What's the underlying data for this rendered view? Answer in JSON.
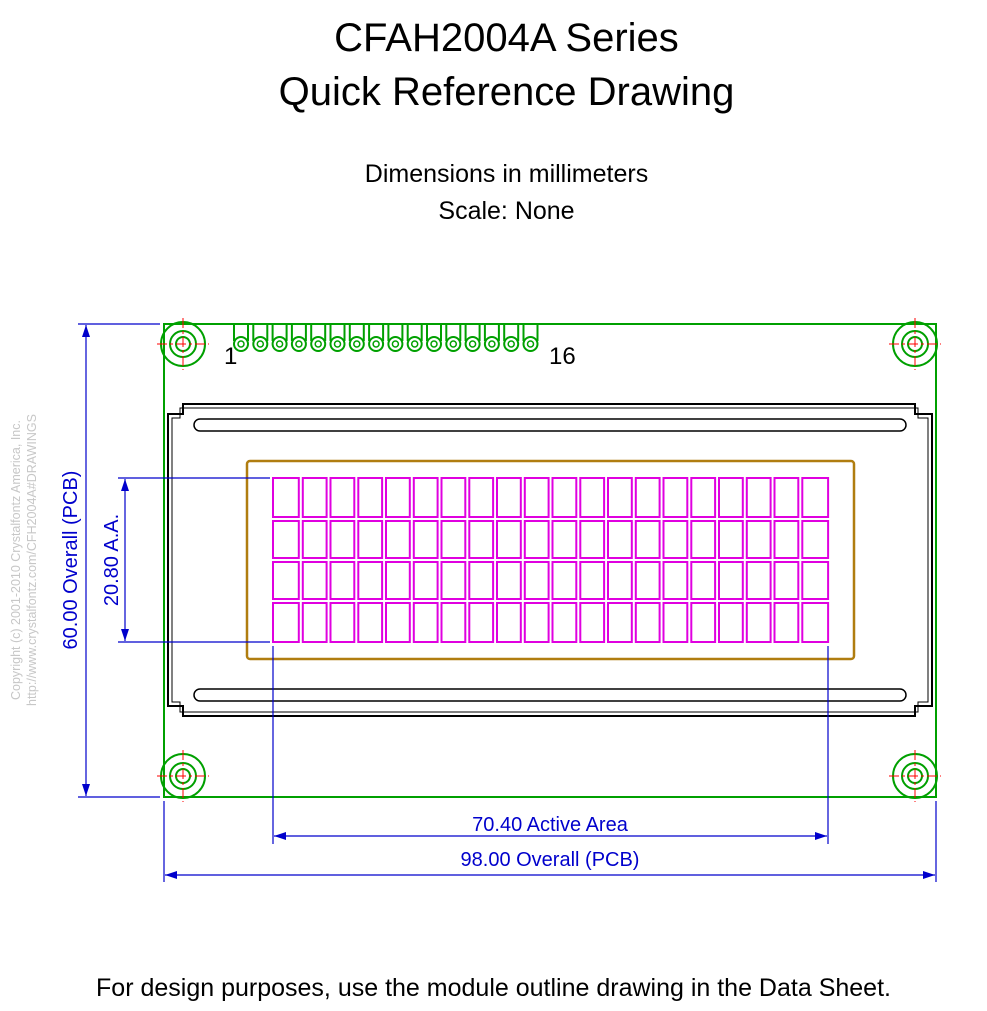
{
  "header": {
    "title_line1": "CFAH2004A Series",
    "title_line2": "Quick Reference Drawing",
    "units_note": "Dimensions in millimeters",
    "scale_note": "Scale: None"
  },
  "drawing": {
    "pin_first_label": "1",
    "pin_last_label": "16",
    "pin_count": 16,
    "char_columns": 20,
    "char_rows": 4,
    "dimensions": {
      "active_area_width": "70.40 Active Area",
      "overall_width": "98.00 Overall (PCB)",
      "active_area_height": "20.80 A.A.",
      "overall_height": "60.00 Overall (PCB)"
    },
    "colors": {
      "pcb_outline": "#00a000",
      "bezel": "#000000",
      "viewing_area": "#b07d10",
      "active_area": "#e000e0",
      "dimension": "#0000cc",
      "centerline": "#ff0000"
    }
  },
  "copyright": {
    "line1": "Copyright (c) 2001-2010 Crystalfontz America, Inc.",
    "line2": "http://www.crystalfontz.com/CFH2004A#DRAWINGS"
  },
  "footer": {
    "note": "For design purposes, use the module outline drawing in the Data Sheet."
  }
}
